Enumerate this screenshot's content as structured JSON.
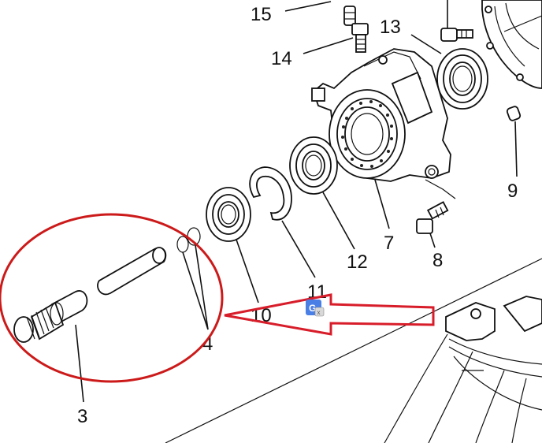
{
  "callouts": {
    "c15": "15",
    "c14": "14",
    "c13": "13",
    "c9": "9",
    "c12": "12",
    "c7": "7",
    "c8": "8",
    "c11": "11",
    "c10": "10",
    "c4": "4",
    "c3": "3"
  },
  "annotation": {
    "ellipse_color": "#cc1a1a",
    "arrow_color": "#d81d2a",
    "translate_badge_icon": "google-translate-icon",
    "translate_badge_color": "#4a7fe6"
  }
}
